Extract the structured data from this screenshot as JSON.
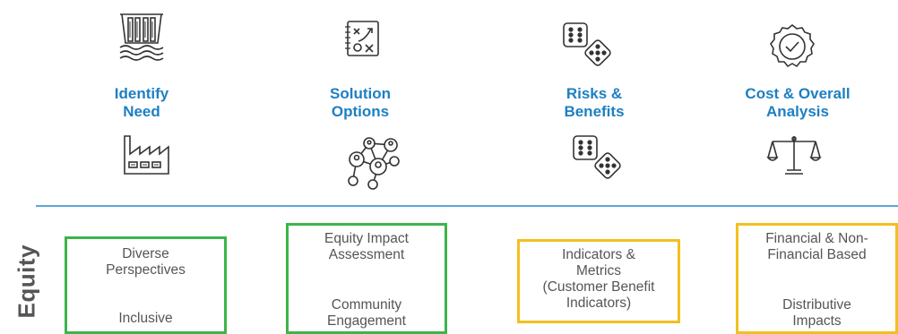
{
  "steps": [
    {
      "title": "Identify\nNeed",
      "top_icon": "dam-icon",
      "bottom_icon": "factory-icon"
    },
    {
      "title": "Solution\nOptions",
      "top_icon": "strategy-board-icon",
      "bottom_icon": "network-people-icon"
    },
    {
      "title": "Risks &\nBenefits",
      "top_icon": "dice-icon",
      "bottom_icon": "dice-icon"
    },
    {
      "title": "Cost & Overall\nAnalysis",
      "top_icon": "badge-check-icon",
      "bottom_icon": "scales-icon"
    }
  ],
  "side_label": "Equity",
  "boxes": [
    {
      "color": "#3cb54a",
      "items": [
        "Diverse\nPerspectives",
        "Inclusive"
      ]
    },
    {
      "color": "#3cb54a",
      "items": [
        "Equity Impact\nAssessment",
        "Community\nEngagement"
      ]
    },
    {
      "color": "#f2c01e",
      "items": [
        "Indicators &\nMetrics\n(Customer Benefit\nIndicators)"
      ]
    },
    {
      "color": "#f2c01e",
      "items": [
        "Financial & Non-\nFinancial Based",
        "Distributive\nImpacts"
      ]
    }
  ],
  "colors": {
    "title": "#1d7fc3",
    "divider": "#5aa6d6",
    "text": "#555555",
    "icon_stroke": "#333333"
  }
}
